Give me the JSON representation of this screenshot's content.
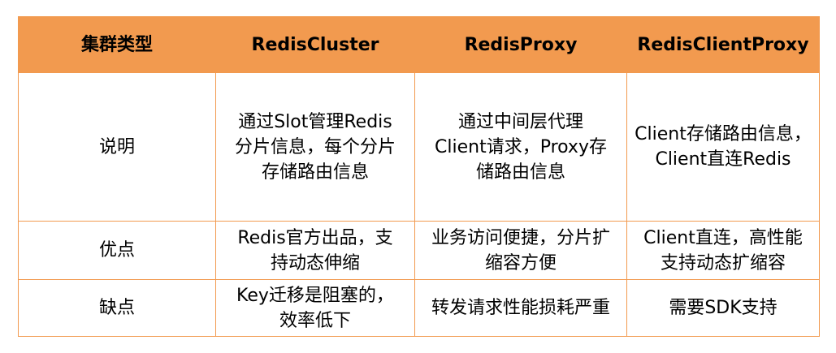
{
  "table": {
    "headers": [
      "集群类型",
      "RedisCluster",
      "RedisProxy",
      "RedisClientProxy"
    ],
    "rows": [
      {
        "label": "说明",
        "cells": [
          "通过Slot管理Redis分片信息，每个分片存储路由信息",
          "通过中间层代理Client请求，Proxy存储路由信息",
          "Client存储路由信息，Client直连Redis"
        ]
      },
      {
        "label": "优点",
        "cells": [
          "Redis官方出品，支持动态伸缩",
          "业务访问便捷，分片扩缩容方便",
          "Client直连，高性能支持动态扩缩容"
        ]
      },
      {
        "label": "缺点",
        "cells": [
          "Key迁移是阻塞的，效率低下",
          "转发请求性能损耗严重",
          "需要SDK支持"
        ]
      }
    ]
  },
  "colors": {
    "header_bg": "#f29a4f",
    "border": "#f29a4f"
  }
}
